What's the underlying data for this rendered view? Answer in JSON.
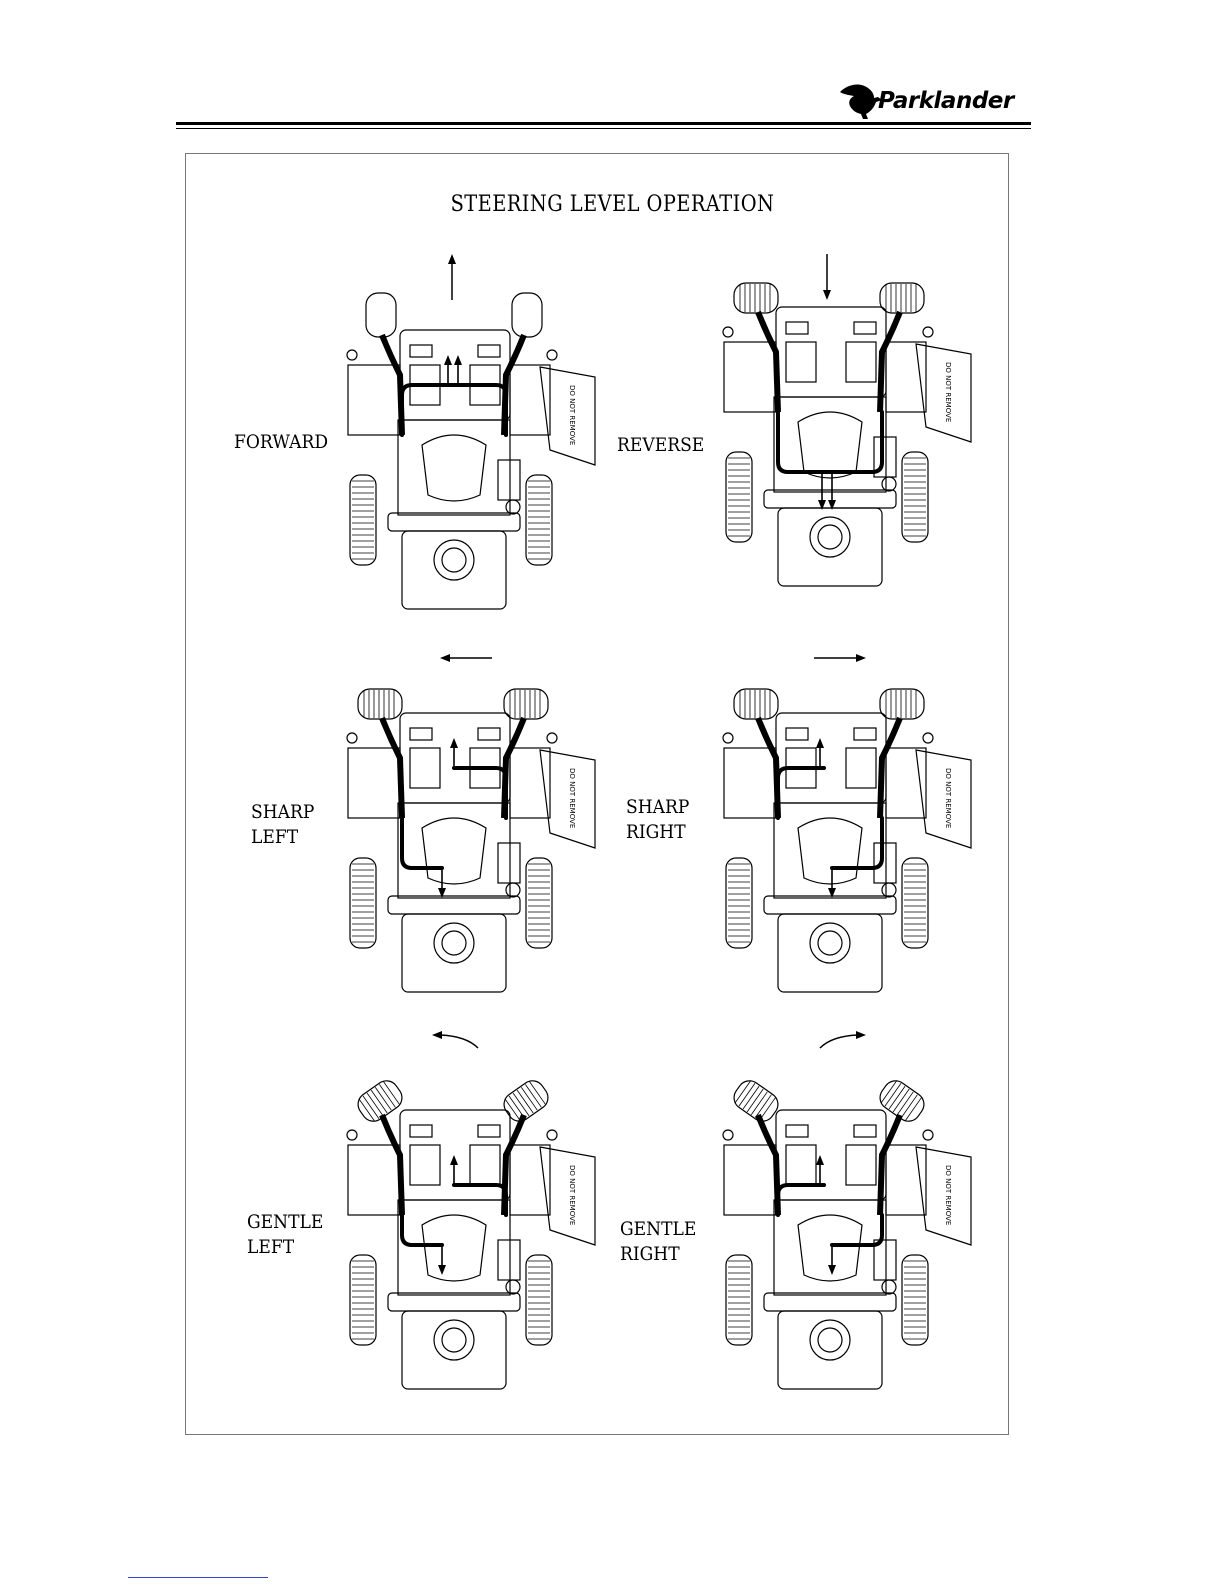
{
  "header": {
    "brand": "Parklander"
  },
  "panel": {
    "title": "STEERING LEVEL OPERATION",
    "diagrams": [
      {
        "id": "forward",
        "label_lines": [
          "FORWARD"
        ],
        "motion": "forward"
      },
      {
        "id": "reverse",
        "label_lines": [
          "REVERSE"
        ],
        "motion": "reverse"
      },
      {
        "id": "sharp-left",
        "label_lines": [
          "SHARP",
          "LEFT"
        ],
        "motion": "sharp-left"
      },
      {
        "id": "sharp-right",
        "label_lines": [
          "SHARP",
          "RIGHT"
        ],
        "motion": "sharp-right"
      },
      {
        "id": "gentle-left",
        "label_lines": [
          "GENTLE",
          "LEFT"
        ],
        "motion": "gentle-left"
      },
      {
        "id": "gentle-right",
        "label_lines": [
          "GENTLE",
          "RIGHT"
        ],
        "motion": "gentle-right"
      }
    ],
    "decal_text": "DO NOT REMOVE"
  }
}
